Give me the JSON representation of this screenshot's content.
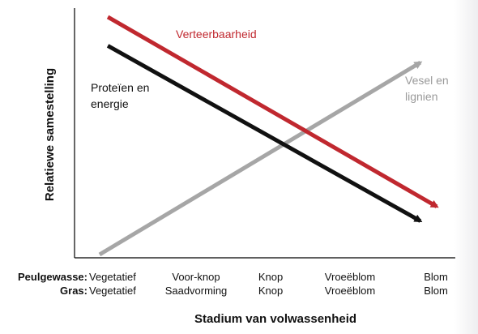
{
  "chart_data": {
    "type": "line",
    "xlabel": "Stadium van volwassenheid",
    "ylabel": "Relatiewe samestelling",
    "xlim": [
      0,
      4
    ],
    "ylim": [
      0,
      10
    ],
    "x_tick_rows": [
      {
        "prefix": "Peulgewasse:",
        "labels": [
          "Vegetatief",
          "Voor-knop",
          "Knop",
          "Vroeëblom",
          "Blom"
        ]
      },
      {
        "prefix": "Gras:",
        "labels": [
          "Vegetatief",
          "Saadvorming",
          "Knop",
          "Vroeëblom",
          "Blom"
        ]
      }
    ],
    "series": [
      {
        "name": "Verteerbaarheid",
        "color": "#c0282f",
        "x": [
          0.05,
          4.05
        ],
        "y": [
          9.8,
          1.9
        ]
      },
      {
        "name": "Proteïen en energie",
        "color": "#111111",
        "x": [
          0.05,
          3.85
        ],
        "y": [
          8.6,
          1.3
        ]
      },
      {
        "name": "Vesel en lignien",
        "color": "#a6a6a6",
        "x": [
          -0.05,
          3.85
        ],
        "y": [
          -0.1,
          7.9
        ]
      }
    ],
    "annotations": [
      {
        "series": "Verteerbaarheid",
        "lines": [
          "Verteerbaarheid"
        ],
        "color": "#c0282f"
      },
      {
        "series": "Proteïen en energie",
        "lines": [
          "Proteïen en",
          "energie"
        ],
        "color": "#111111"
      },
      {
        "series": "Vesel en lignien",
        "lines": [
          "Vesel en",
          "lignien"
        ],
        "color": "#9a9a9a"
      }
    ]
  }
}
